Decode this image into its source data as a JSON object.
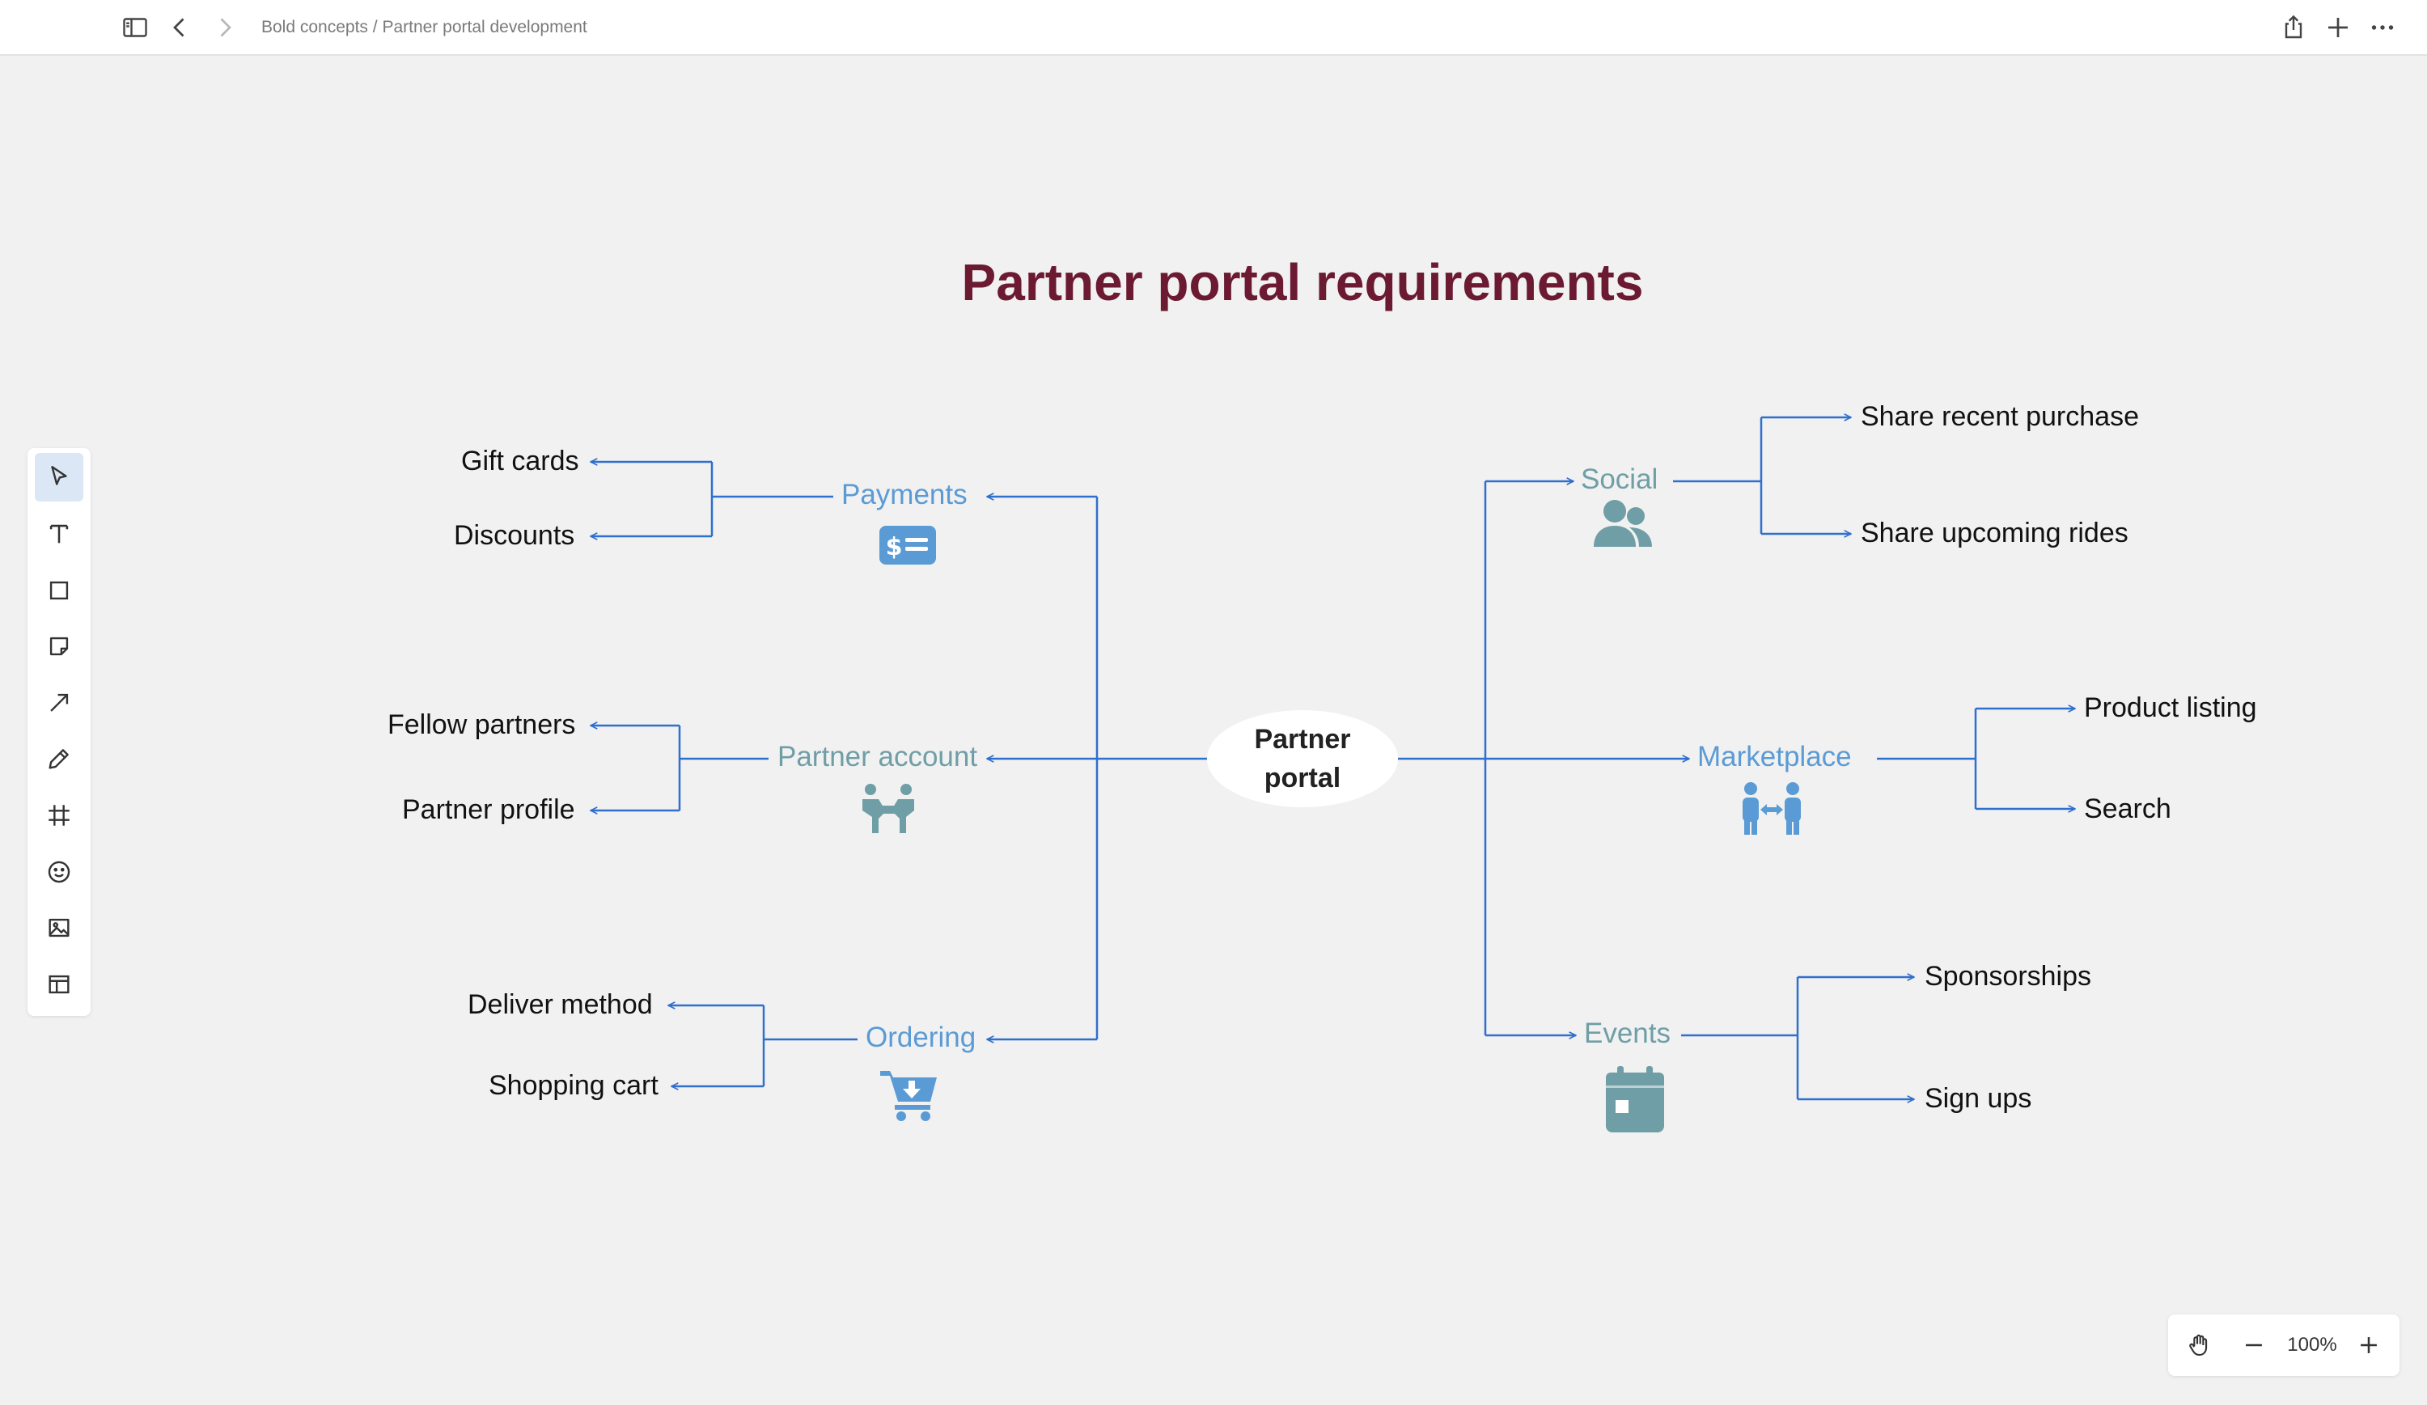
{
  "app": {
    "breadcrumb": {
      "parent": "Bold concepts",
      "separator": " / ",
      "current": "Partner portal development"
    },
    "icons": {
      "sidebar_toggle": "sidebar-icon",
      "back": "chevron-left-icon",
      "forward": "chevron-right-icon",
      "share": "share-icon",
      "add": "plus-icon",
      "more": "more-icon"
    }
  },
  "toolbar": {
    "tools": [
      {
        "name": "select",
        "icon": "cursor-icon",
        "active": true
      },
      {
        "name": "text",
        "icon": "text-icon"
      },
      {
        "name": "shape",
        "icon": "rectangle-icon"
      },
      {
        "name": "sticky-note",
        "icon": "sticky-note-icon"
      },
      {
        "name": "arrow",
        "icon": "arrow-icon"
      },
      {
        "name": "pen",
        "icon": "pen-icon"
      },
      {
        "name": "frame",
        "icon": "frame-icon"
      },
      {
        "name": "emoji",
        "icon": "emoji-icon"
      },
      {
        "name": "image",
        "icon": "image-icon"
      },
      {
        "name": "template",
        "icon": "template-icon"
      }
    ]
  },
  "zoom": {
    "level": "100%",
    "icons": [
      "hand-icon",
      "minus-icon",
      "plus-icon"
    ]
  },
  "diagram": {
    "title": "Partner portal requirements",
    "center": "Partner portal",
    "colors": {
      "title": "#6b1a32",
      "line": "#2f6fce",
      "branch_blue": "#5b9bd5",
      "branch_teal": "#6f9ea6"
    },
    "left_branches": [
      {
        "label": "Payments",
        "icon": "payment-card-icon",
        "leaves": [
          "Gift cards",
          "Discounts"
        ]
      },
      {
        "label": "Partner account",
        "icon": "partners-icon",
        "leaves": [
          "Fellow partners",
          "Partner profile"
        ]
      },
      {
        "label": "Ordering",
        "icon": "cart-icon",
        "leaves": [
          "Deliver method",
          "Shopping cart"
        ]
      }
    ],
    "right_branches": [
      {
        "label": "Social",
        "icon": "users-icon",
        "leaves": [
          "Share recent purchase",
          "Share upcoming rides"
        ]
      },
      {
        "label": "Marketplace",
        "icon": "exchange-icon",
        "leaves": [
          "Product listing",
          "Search"
        ]
      },
      {
        "label": "Events",
        "icon": "calendar-icon",
        "leaves": [
          "Sponsorships",
          "Sign ups"
        ]
      }
    ]
  }
}
